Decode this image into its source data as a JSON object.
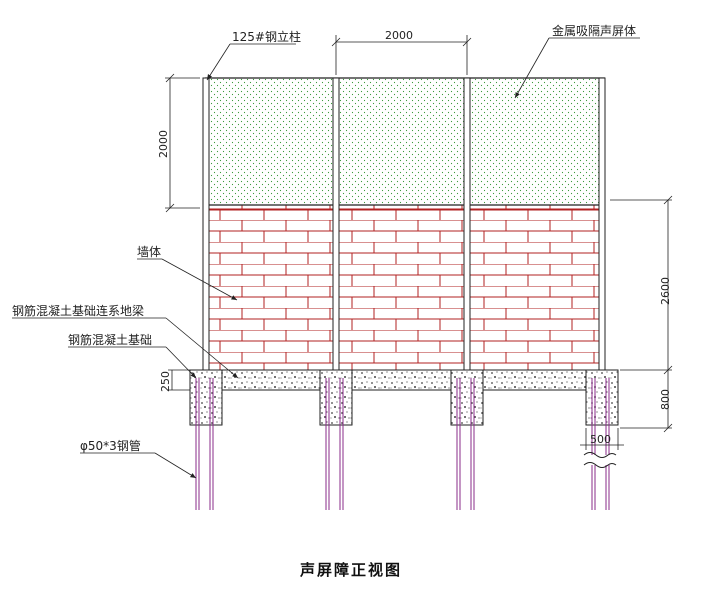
{
  "drawing": {
    "title": "声屏障正视图",
    "labels": {
      "post": "125#钢立柱",
      "panel": "金属吸隔声屏体",
      "wall": "墙体",
      "tie_beam": "钢筋混凝土基础连系地梁",
      "foundation": "钢筋混凝土基础",
      "pipe": "φ50*3钢管"
    },
    "dimensions": {
      "post_spacing": "2000",
      "panel_height": "2000",
      "wall_height": "2600",
      "foundation_height": "800",
      "beam_height": "250",
      "foundation_width": "500"
    },
    "colors": {
      "brick": "#b22222",
      "panel_dots": "#3a9a3a",
      "pipe": "#8a2b8a",
      "concrete": "#444444",
      "line": "#222222"
    }
  }
}
